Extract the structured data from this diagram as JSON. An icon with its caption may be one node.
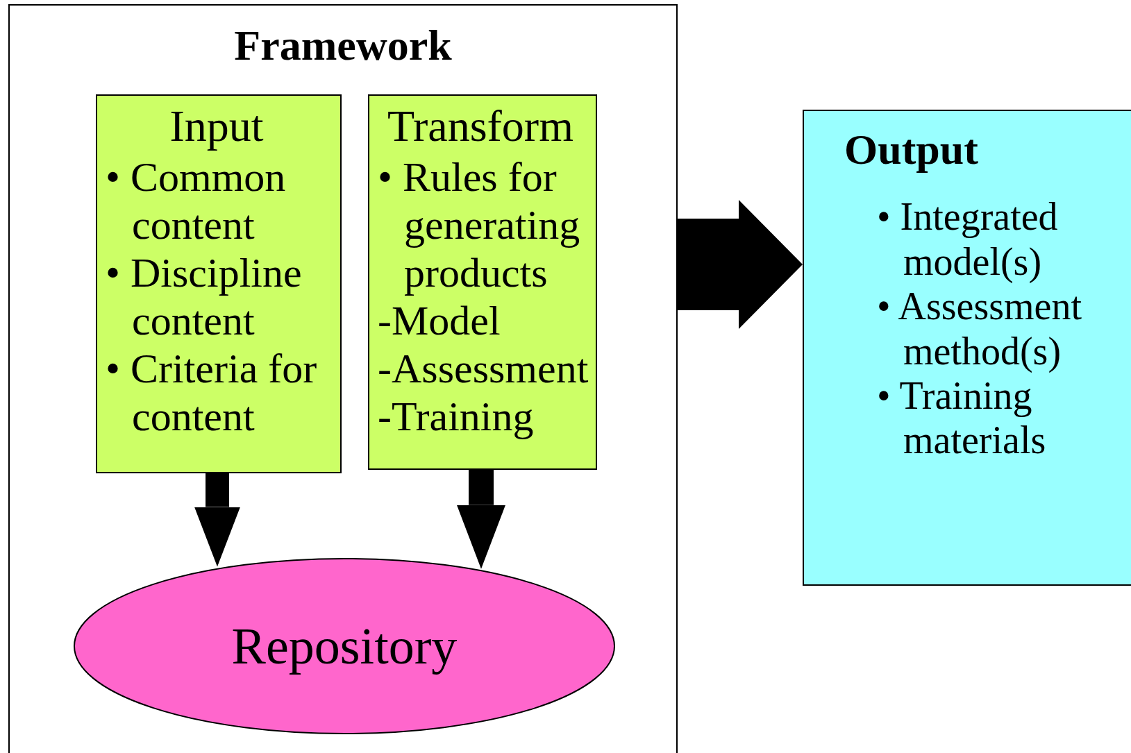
{
  "diagram": {
    "nodes": [
      {
        "text": [
          "Framework"
        ]
      },
      {
        "text": [
          "Input",
          "• Common content",
          "• Discipline content",
          "• Criteria for content"
        ],
        "in": 0
      },
      {
        "text": [
          "Transform",
          "• Rules for generating products",
          "-Model",
          "-Assessment",
          "-Training"
        ],
        "in": 0
      },
      {
        "text": [
          "Repository"
        ],
        "in": 0
      },
      {
        "text": [
          "Output",
          "• Integrated model(s)",
          "• Assessment method(s)",
          "• Training materials"
        ]
      }
    ],
    "edges": [
      {
        "from": 1,
        "to": 3,
        "arrow": "to"
      },
      {
        "from": 2,
        "to": 3,
        "arrow": "to"
      },
      {
        "from": 0,
        "to": 4,
        "arrow": "to",
        "style": "thick"
      }
    ]
  }
}
